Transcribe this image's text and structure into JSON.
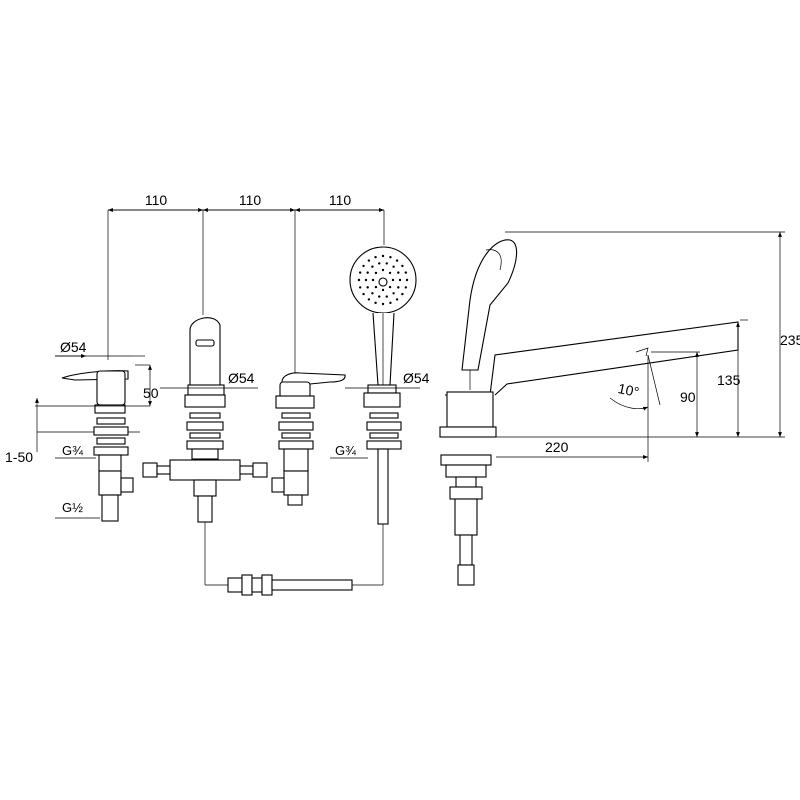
{
  "dimensions": {
    "spacing_1": "110",
    "spacing_2": "110",
    "spacing_3": "110",
    "dia_valve_left": "Ø54",
    "dia_spout": "Ø54",
    "dia_shower": "Ø54",
    "height_50": "50",
    "range_1_50": "1-50",
    "thread_g34_left": "G¾",
    "thread_g12": "G½",
    "thread_g34_right": "G¾",
    "angle_10": "10°",
    "projection_220": "220",
    "height_90": "90",
    "height_135": "135",
    "height_235": "235"
  }
}
